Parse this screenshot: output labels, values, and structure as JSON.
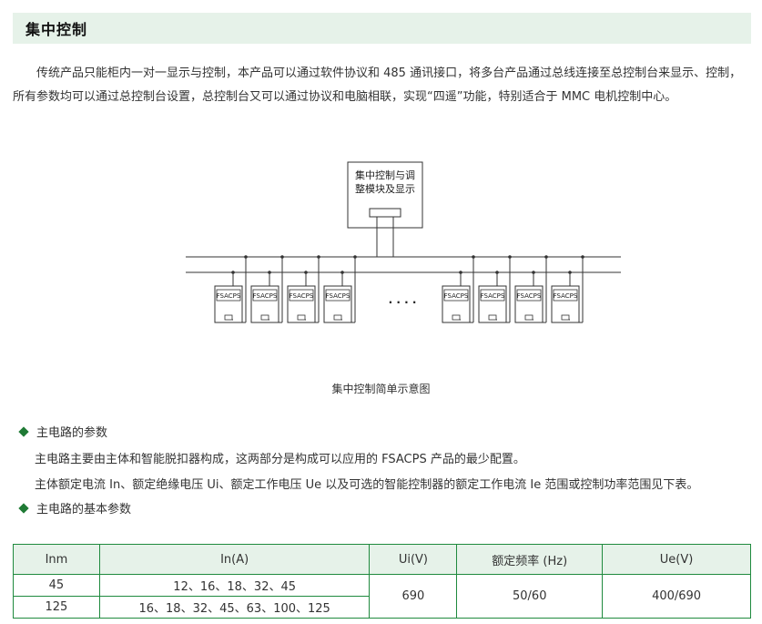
{
  "section": {
    "title": "集中控制"
  },
  "intro": {
    "line1": "传统产品只能柜内一对一显示与控制，本产品可以通过软件协议和 485 通讯接口，将多台产品通过总线连接至总控制台来显示、控制，",
    "line2": "所有参数均可以通过总控制台设置，总控制台又可以通过协议和电脑相联，实现“四遥”功能，特别适合于 MMC 电机控制中心。"
  },
  "diagram": {
    "master_line1": "集中控制与调",
    "master_line2": "整模块及显示",
    "module_label": "FSACPS",
    "ellipsis": "·  ·  ·  ·",
    "caption": "集中控制简单示意图"
  },
  "main_circuit": {
    "heading": "主电路的参数",
    "para1": "主电路主要由主体和智能脱扣器构成，这两部分是构成可以应用的 FSACPS 产品的最少配置。",
    "para2": "主体额定电流 In、额定绝缘电压 Ui、额定工作电压 Ue 以及可选的智能控制器的额定工作电流 Ie 范围或控制功率范围见下表。"
  },
  "basic_params": {
    "heading": "主电路的基本参数",
    "headers": [
      "Inm",
      "In(A)",
      "Ui(V)",
      "额定频率 (Hz)",
      "Ue(V)"
    ],
    "rows": [
      {
        "inm": "45",
        "in": "12、16、18、32、45"
      },
      {
        "inm": "125",
        "in": "16、18、32、45、63、100、125"
      }
    ],
    "ui": "690",
    "freq": "50/60",
    "ue": "400/690"
  },
  "colors": {
    "accent": "#1f8a3e",
    "header_bg": "#e6f2e9",
    "diamond": "#1f7a35"
  }
}
